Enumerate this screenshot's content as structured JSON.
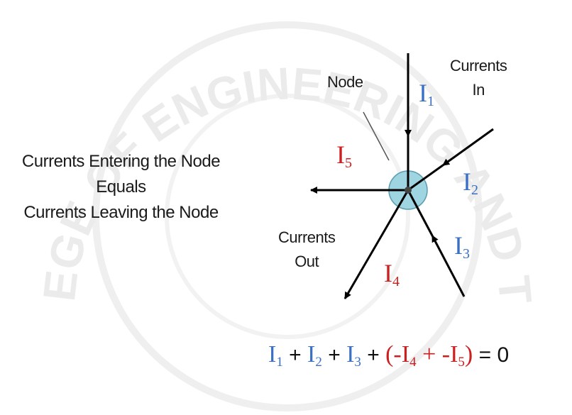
{
  "watermark": {
    "text": "ROHINI COLLEGE OF ENGINEERING AND TECHNOLOGY"
  },
  "labels": {
    "node": "Node",
    "currents_in": [
      "Currents",
      "In"
    ],
    "currents_out": [
      "Currents",
      "Out"
    ],
    "rule": [
      "Currents Entering the Node",
      "Equals",
      "Currents Leaving the Node"
    ]
  },
  "currents": [
    {
      "name": "I",
      "sub": "1",
      "direction": "in"
    },
    {
      "name": "I",
      "sub": "2",
      "direction": "in"
    },
    {
      "name": "I",
      "sub": "3",
      "direction": "in"
    },
    {
      "name": "I",
      "sub": "4",
      "direction": "out"
    },
    {
      "name": "I",
      "sub": "5",
      "direction": "out"
    }
  ],
  "equation": {
    "I1": "I",
    "s1": "1",
    "plus1": " + ",
    "I2": "I",
    "s2": "2",
    "plus2": " + ",
    "I3": "I",
    "s3": "3",
    "plus3": " + ",
    "open": "(",
    "neg4": "-I",
    "s4": "4",
    "plus4": " + ",
    "neg5": "-I",
    "s5": "5",
    "close": ")",
    "equals": " = 0"
  },
  "colors": {
    "in_current": "#3a6fc2",
    "out_current": "#cc1f1f",
    "node_fill": "#9fd4e1",
    "node_stroke": "#5a9db0",
    "wire": "#000000",
    "watermark": "#ebebeb"
  }
}
